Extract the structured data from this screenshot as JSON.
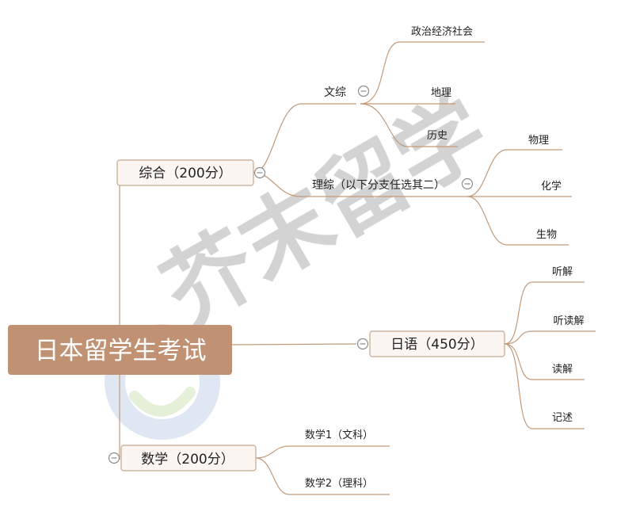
{
  "root": {
    "label": "日本留学生考试"
  },
  "branches": {
    "zonghe": {
      "label": "综合（200分）",
      "wenzong": {
        "label": "文综",
        "items": [
          "政治经济社会",
          "地理",
          "历史"
        ]
      },
      "lizong": {
        "label": "理综（以下分支任选其二）",
        "items": [
          "物理",
          "化学",
          "生物"
        ]
      }
    },
    "riyu": {
      "label": "日语（450分）",
      "items": [
        "听解",
        "听读解",
        "读解",
        "记述"
      ]
    },
    "shuxue": {
      "label": "数学（200分）",
      "items": [
        "数学1（文科）",
        "数学2（理科）"
      ]
    }
  },
  "watermark": {
    "text": "芥末留学"
  },
  "colors": {
    "line": "#c49a78",
    "root_fill": "#c09172",
    "box_fill": "#fbf6f2",
    "box_border": "#c6a68b",
    "collapse": "#8a8a8a",
    "watermark": "#d6d6d6",
    "watermark_blue": "#dbe5f1",
    "watermark_green": "#e3efd5"
  }
}
